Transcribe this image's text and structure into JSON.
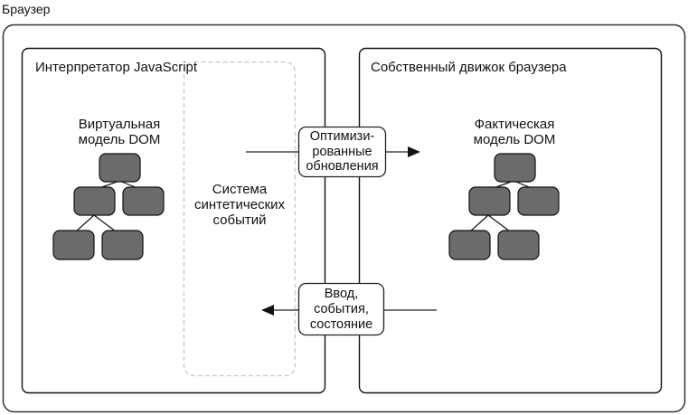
{
  "browser": {
    "title": "Браузер"
  },
  "js_interpreter": {
    "title": "Интерпретатор JavaScript",
    "virtual_dom": {
      "label_line1": "Виртуальная",
      "label_line2": "модель DOM"
    },
    "synthetic_events": {
      "line1": "Система",
      "line2": "синтетических",
      "line3": "событий"
    }
  },
  "native_engine": {
    "title": "Собственный движок браузера",
    "actual_dom": {
      "label_line1": "Фактическая",
      "label_line2": "модель DOM"
    }
  },
  "flows": {
    "optimized_updates": {
      "line1": "Оптимизи-",
      "line2": "рованные",
      "line3": "обновления",
      "direction": "to-native"
    },
    "input_events": {
      "line1": "Ввод,",
      "line2": "события,",
      "line3": "состояние",
      "direction": "to-js"
    }
  },
  "colors": {
    "node_fill": "#6b6b6b",
    "node_stroke": "#111111",
    "dashed_stroke": "#c8c8c8",
    "box_stroke": "#222222"
  }
}
